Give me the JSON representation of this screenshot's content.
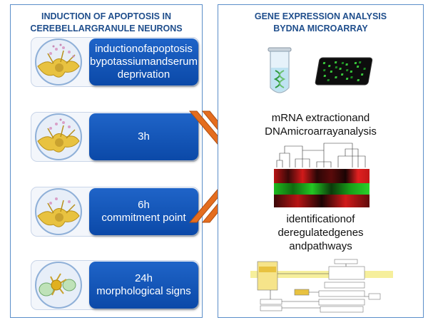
{
  "left_panel": {
    "title": "INDUCTION OF APOPTOSIS IN\nCEREBELLARGRANULE NEURONS",
    "steps": [
      {
        "label": "inductionofapoptosis\nbypotassiumandserum\ndeprivation"
      },
      {
        "label": "3h"
      },
      {
        "label": "6h\ncommitment point"
      },
      {
        "label": "24h\nmorphological signs"
      }
    ]
  },
  "right_panel": {
    "title": "GENE EXPRESSION ANALYSIS\nBYDNA MICROARRAY",
    "step1_text": "mRNA extractionand\nDNAmicroarrayanalysis",
    "step2_text": "identificationof\nderegulatedgenes\nandpathways"
  },
  "colors": {
    "panel_border": "#5b8ec9",
    "title": "#1f4e8c",
    "step_box": "#1259bd",
    "chevron": "#e46d1f",
    "cell_body": "#e8c240",
    "heatmap_red": "#d11a1a",
    "heatmap_green": "#1eb81e"
  }
}
